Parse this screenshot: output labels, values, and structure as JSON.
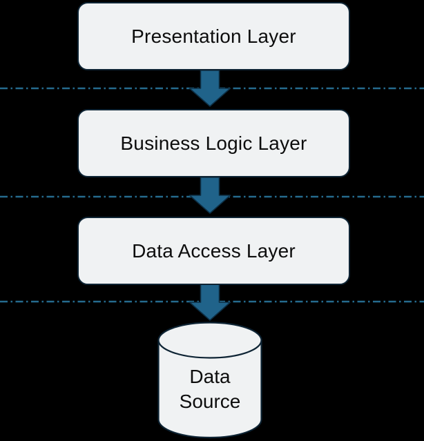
{
  "diagram": {
    "type": "layered-architecture-flow",
    "layers": [
      {
        "label": "Presentation Layer"
      },
      {
        "label": "Business Logic Layer"
      },
      {
        "label": "Data Access Layer"
      }
    ],
    "datastore": {
      "label": "Data Source",
      "shape": "database-cylinder"
    },
    "arrows": {
      "direction": "down",
      "between": [
        "Presentation Layer > Business Logic Layer",
        "Business Logic Layer > Data Access Layer",
        "Data Access Layer > Data Source"
      ]
    },
    "colors": {
      "background": "#000000",
      "box_fill": "#f0f2f3",
      "box_border": "#0e2434",
      "arrow_fill": "#20638a",
      "arrow_outline": "#0d2f45",
      "separator_line": "#256b8e",
      "text": "#0d0d0d"
    }
  }
}
